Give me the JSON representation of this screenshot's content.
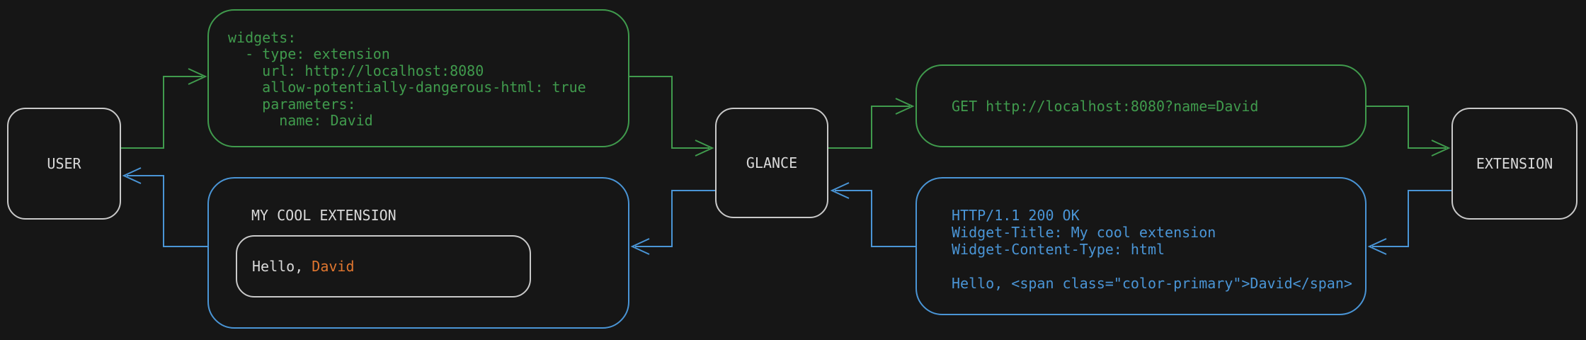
{
  "colors": {
    "background": "#161616",
    "node_border": "#c9c9c9",
    "text_primary": "#d9d9d9",
    "request_green": "#409b4d",
    "response_blue": "#4a95d6",
    "accent_orange": "#e0762f"
  },
  "nodes": {
    "user": "USER",
    "glance": "GLANCE",
    "extension": "EXTENSION"
  },
  "config_box": {
    "lines": [
      "widgets:",
      "  - type: extension",
      "    url: http://localhost:8080",
      "    allow-potentially-dangerous-html: true",
      "    parameters:",
      "      name: David"
    ]
  },
  "request_box": {
    "text": "GET http://localhost:8080?name=David"
  },
  "response_box": {
    "lines": [
      "HTTP/1.1 200 OK",
      "Widget-Title: My cool extension",
      "Widget-Content-Type: html",
      "",
      "Hello, <span class=\"color-primary\">David</span>"
    ]
  },
  "widget_box": {
    "title": "MY COOL EXTENSION",
    "greeting_prefix": "Hello, ",
    "greeting_name": "David"
  }
}
